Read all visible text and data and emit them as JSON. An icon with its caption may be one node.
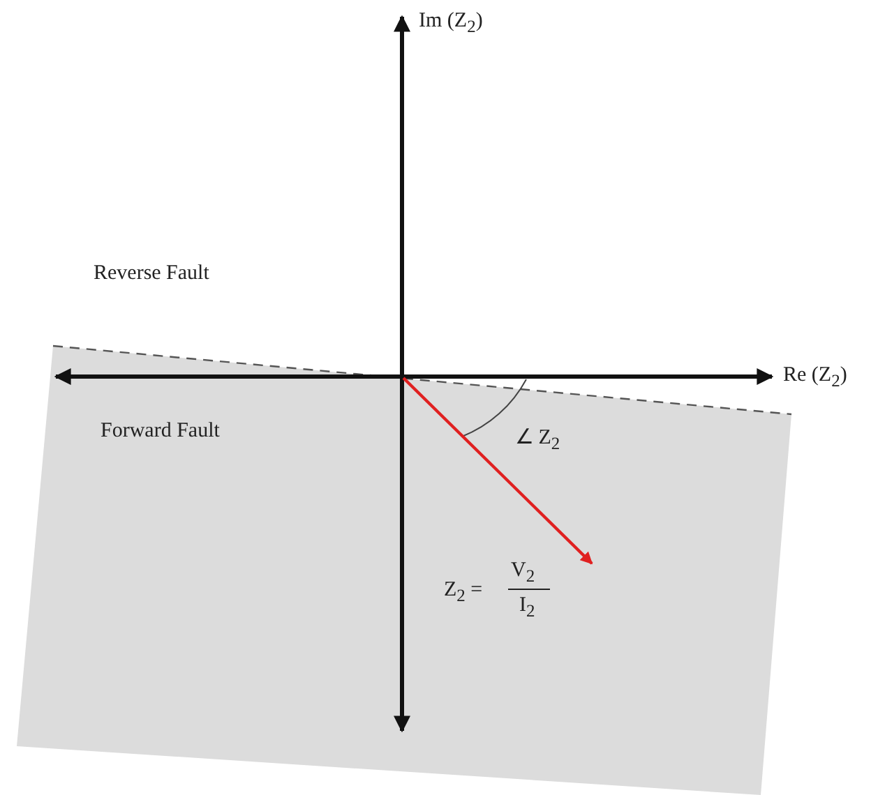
{
  "diagram": {
    "nodes": [
      {
        "text": [
          "Forward Fault"
        ]
      }
    ],
    "labels": [
      "Im (Z$_{2}$)",
      "Reverse Fault",
      "Re (Z$_{2}$)",
      "∠ Z$_{2}$",
      "Z$_{2}$ =",
      "V$_{2}$",
      "I$_{2}$"
    ]
  }
}
